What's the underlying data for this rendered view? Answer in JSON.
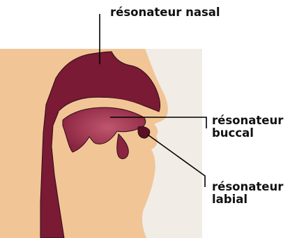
{
  "labels": {
    "nasal": "résonateur nasal",
    "buccal_line1": "résonateur",
    "buccal_line2": "buccal",
    "labial_line1": "résonateur",
    "labial_line2": "labial"
  },
  "colors": {
    "skin": "#f2c596",
    "background_panel": "#f0ebe3",
    "cavity": "#7a1a35",
    "cavity_highlight": "#b5556d",
    "outline": "#2b0d16",
    "leader_line": "#000000"
  }
}
